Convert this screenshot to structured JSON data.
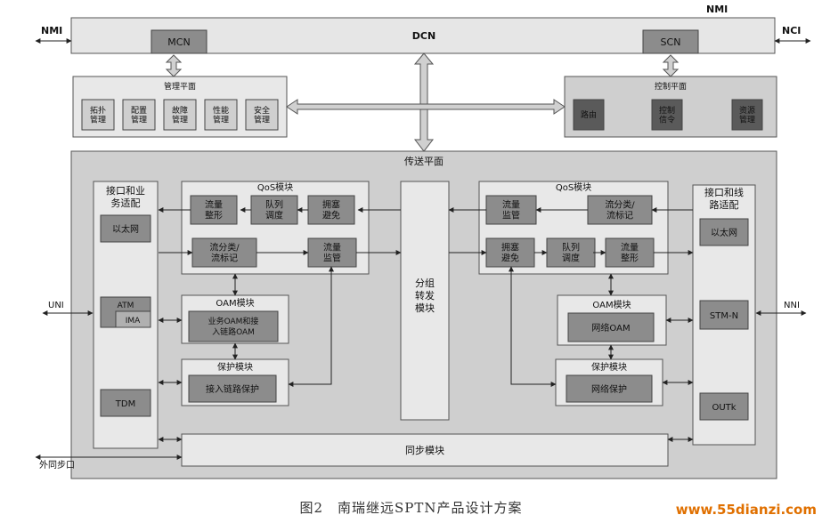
{
  "labels": {
    "nmi_top": "NMI",
    "nmi_left": "NMI",
    "nci": "NCI",
    "dcn": "DCN",
    "mcn": "MCN",
    "scn": "SCN",
    "mgmt_plane": "管理平面",
    "mgmt_items": [
      "拓扑管理",
      "配置管理",
      "故障管理",
      "性能管理",
      "安全管理"
    ],
    "ctrl_plane": "控制平面",
    "ctrl_items": [
      "路由",
      "控制信令",
      "资源管理"
    ],
    "transport_plane": "传送平面",
    "left_interface": "接口和业务适配",
    "right_interface": "接口和线路适配",
    "left_ethernet": "以太网",
    "atm": "ATM",
    "ima": "IMA",
    "tdm": "TDM",
    "right_ethernet": "以太网",
    "stmn": "STM-N",
    "otuk": "OUTk",
    "qos_left_title": "QoS模块",
    "qos_right_title": "QoS模块",
    "qos_left_top": [
      "流量整形",
      "队列调度",
      "拥塞避免"
    ],
    "qos_left_bottom": [
      "流分类/流标记",
      "流量监管"
    ],
    "qos_right_top": [
      "流量监管",
      "流分类/流标记"
    ],
    "qos_right_bottom": [
      "拥塞避免",
      "队列调度",
      "流量整形"
    ],
    "oam_left_title": "OAM模块",
    "oam_left_inner": "业务OAM和接入链路OAM",
    "oam_right_title": "OAM模块",
    "oam_right_inner": "网络OAM",
    "prot_left_title": "保护模块",
    "prot_left_inner": "接入链路保护",
    "prot_right_title": "保护模块",
    "prot_right_inner": "网络保护",
    "packet_fwd": "分组转发模块",
    "sync": "同步模块",
    "uni": "UNI",
    "nni": "NNI",
    "ext_sync": "外同步口"
  },
  "caption": "图2　南瑞继远SPTN产品设计方案",
  "watermark": "www.55dianzi.com",
  "colors": {
    "block_light": "#e8e8e8",
    "block_mid": "#cfcfcf",
    "block_dark": "#8c8c8c",
    "block_darker": "#5a5a5a",
    "line": "#333333"
  }
}
